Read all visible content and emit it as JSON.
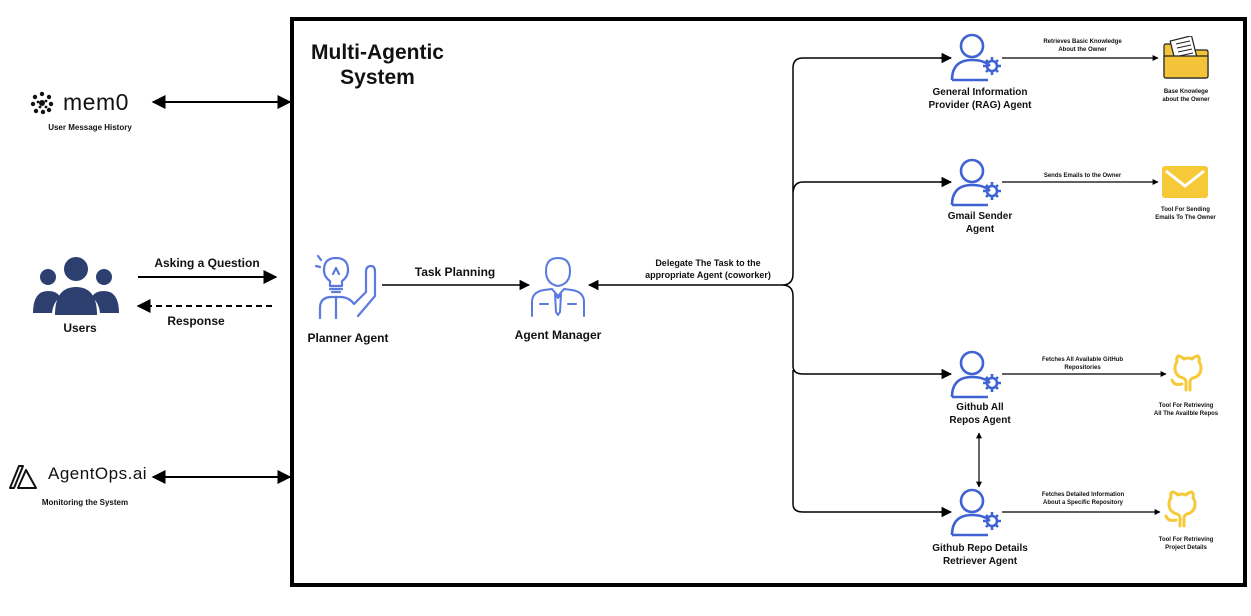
{
  "system": {
    "title_line1": "Multi-Agentic",
    "title_line2": "System"
  },
  "external": {
    "mem0": {
      "logo_text": "mem0",
      "caption": "User Message History"
    },
    "users": {
      "caption": "Users"
    },
    "agentops": {
      "logo_text": "AgentOps.ai",
      "caption": "Monitoring the System"
    }
  },
  "flows": {
    "ask": "Asking a Question",
    "response": "Response",
    "task_planning": "Task Planning",
    "delegate_line1": "Delegate The Task to the",
    "delegate_line2": "appropriate Agent (coworker)"
  },
  "agents": {
    "planner": "Planner Agent",
    "manager": "Agent Manager",
    "rag_line1": "General Information",
    "rag_line2": "Provider (RAG) Agent",
    "gmail_line1": "Gmail Sender",
    "gmail_line2": "Agent",
    "repos_line1": "Github All",
    "repos_line2": "Repos Agent",
    "details_line1": "Github Repo Details",
    "details_line2": "Retriever Agent"
  },
  "tool_edges": {
    "rag_line1": "Retrieves Basic Knowledge",
    "rag_line2": "About the Owner",
    "gmail": "Sends Emails to the Owner",
    "repos_line1": "Fetches All Available GitHub",
    "repos_line2": "Repositories",
    "details_line1": "Fetches Detailed Information",
    "details_line2": "About a Specific Repository"
  },
  "tools": {
    "kb_line1": "Base Knowlege",
    "kb_line2": "about the Owner",
    "email_line1": "Tool For Sending",
    "email_line2": "Emails To The Owner",
    "repos_line1": "Tool For Retrieving",
    "repos_line2": "All The Availble Repos",
    "details_line1": "Tool For Retrieving",
    "details_line2": "Project Details"
  },
  "colors": {
    "agent_blue": "#3f63d3",
    "planner_blue": "#5a7ae0",
    "users_navy": "#2d3f6e",
    "tool_yellow": "#f5c938",
    "folder_yellow": "#f3c33a",
    "line": "#000000"
  }
}
